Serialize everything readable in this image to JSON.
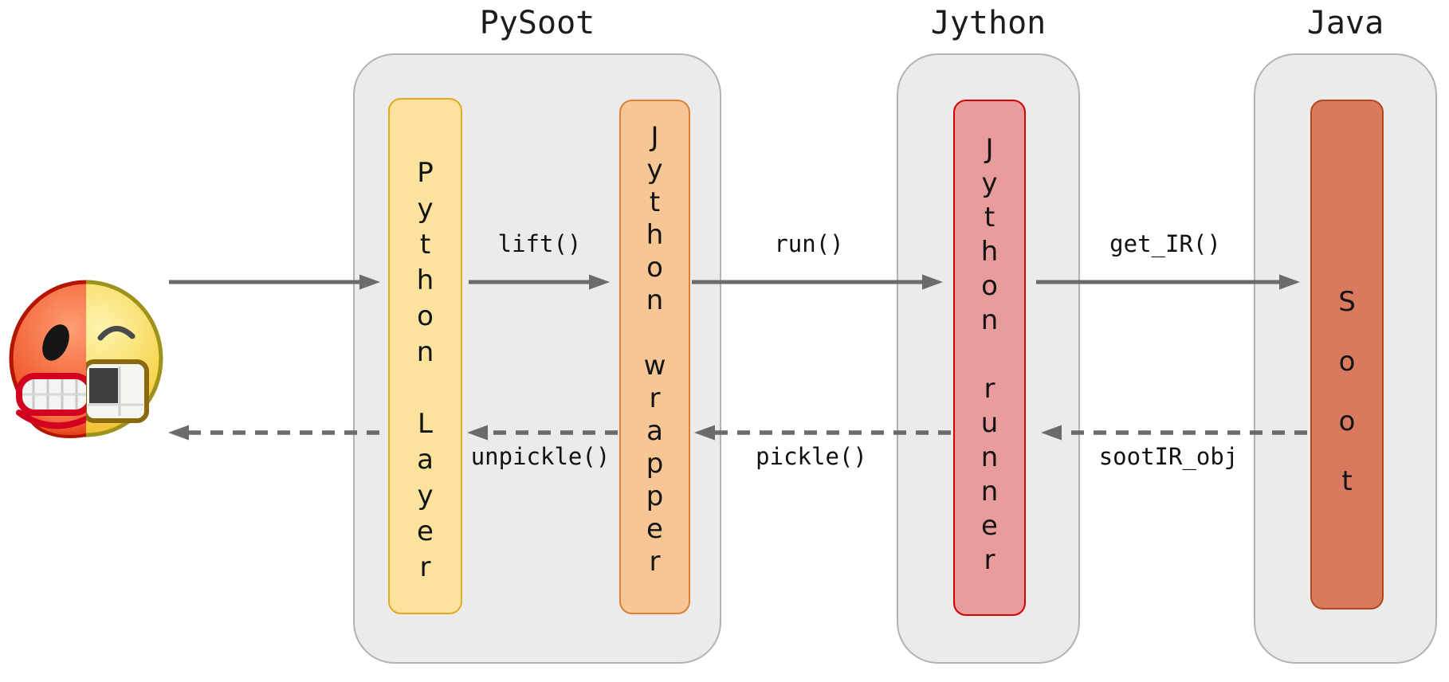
{
  "groups": [
    {
      "title": "PySoot",
      "boxes": [
        {
          "label": "Python Layer",
          "fill": "#fbe39d",
          "border": "#e3a920"
        },
        {
          "label": "Jython wrapper",
          "fill": "#f6c795",
          "border": "#dd8034"
        }
      ]
    },
    {
      "title": "Jython",
      "boxes": [
        {
          "label": "Jython runner",
          "fill": "#e99c9c",
          "border": "#d40000"
        }
      ]
    },
    {
      "title": "Java",
      "boxes": [
        {
          "label": "Soot",
          "fill": "#d97a5e",
          "border": "#b1481f"
        }
      ]
    }
  ],
  "arrows": {
    "forward": [
      {
        "from": "user",
        "to": "Python Layer",
        "label": ""
      },
      {
        "from": "Python Layer",
        "to": "Jython wrapper",
        "label": "lift()"
      },
      {
        "from": "Jython wrapper",
        "to": "Jython runner",
        "label": "run()"
      },
      {
        "from": "Jython runner",
        "to": "Soot",
        "label": "get_IR()"
      }
    ],
    "backward": [
      {
        "from": "Python Layer",
        "to": "user",
        "label": ""
      },
      {
        "from": "Jython wrapper",
        "to": "Python Layer",
        "label": "unpickle()"
      },
      {
        "from": "Jython runner",
        "to": "Jython wrapper",
        "label": "pickle()"
      },
      {
        "from": "Soot",
        "to": "Jython runner",
        "label": "sootIR_obj"
      }
    ]
  },
  "actor": {
    "name": "angry-grin-emoji"
  },
  "colors": {
    "container_fill": "#ebebeb",
    "container_border": "#b3b3b3",
    "arrow": "#6b6b6b",
    "text": "#141414"
  }
}
